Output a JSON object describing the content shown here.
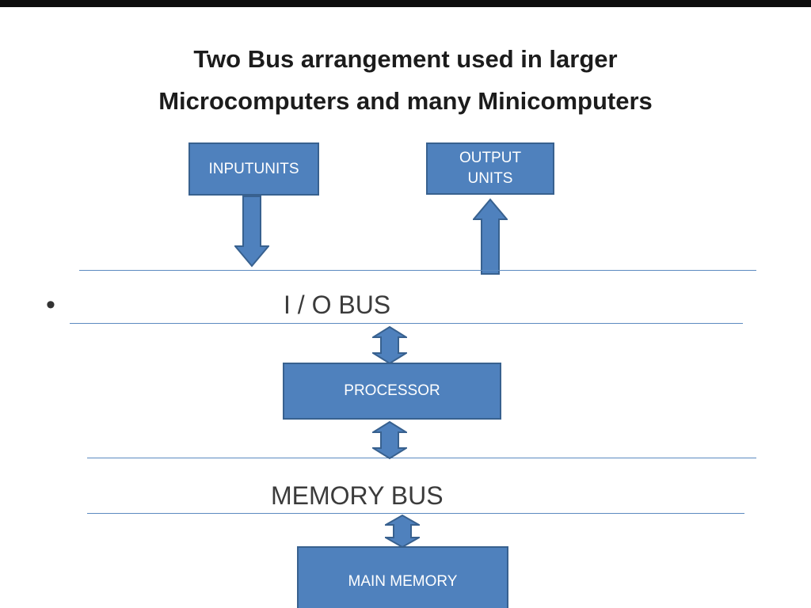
{
  "colors": {
    "box_fill": "#4f81bd",
    "box_border": "#38618f",
    "bus_line": "#5b8ac0",
    "title_text": "#1c1c1c",
    "body_text": "#3b3b3b",
    "box_text": "#ffffff",
    "top_bar": "#0d0d0d"
  },
  "title": {
    "line1": "Two Bus arrangement used in larger",
    "line2": "Microcomputers and many Minicomputers"
  },
  "bullet": "•",
  "nodes": {
    "input_units": {
      "label": "INPUTUNITS"
    },
    "output_units": {
      "line1": "OUTPUT",
      "line2": "UNITS"
    },
    "processor": {
      "label": "PROCESSOR"
    },
    "main_memory": {
      "label": "MAIN MEMORY"
    }
  },
  "buses": {
    "io_bus": {
      "label": "I / O BUS"
    },
    "memory_bus": {
      "label": "MEMORY BUS"
    }
  }
}
